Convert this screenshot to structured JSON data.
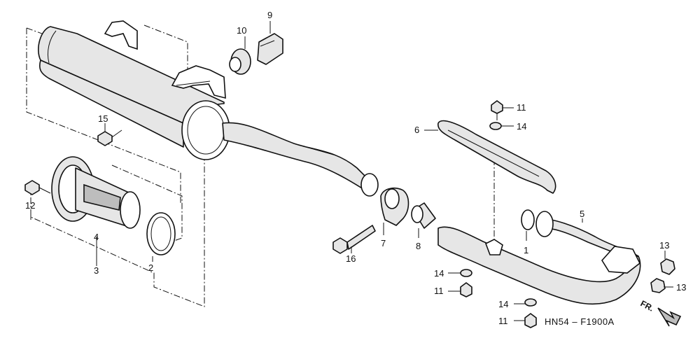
{
  "diagram": {
    "code": "HN54 – F1900A",
    "front_label": "FR.",
    "callouts": {
      "c1": "1",
      "c2": "2",
      "c3": "3",
      "c4": "4",
      "c5": "5",
      "c6": "6",
      "c7": "7",
      "c8": "8",
      "c9": "9",
      "c10": "10",
      "c11a": "11",
      "c11b": "11",
      "c11c": "11",
      "c12": "12",
      "c13a": "13",
      "c13b": "13",
      "c14a": "14",
      "c14b": "14",
      "c14c": "14",
      "c15": "15",
      "c16": "16"
    }
  }
}
